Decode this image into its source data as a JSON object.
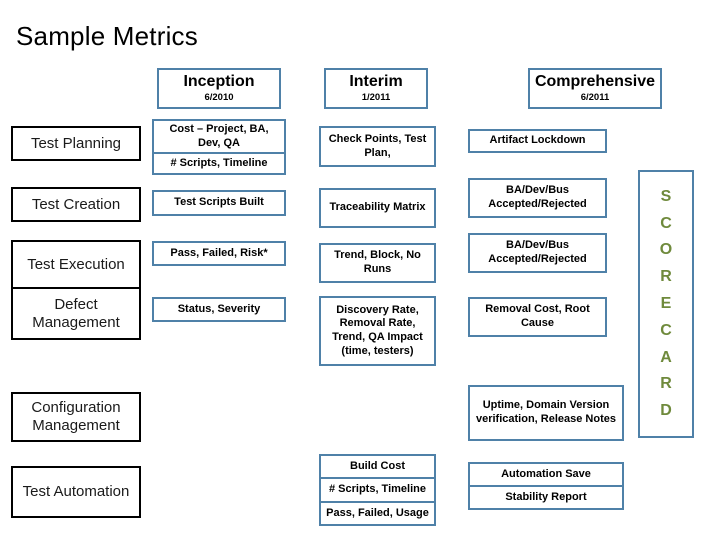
{
  "slide": {
    "title": "Sample Metrics",
    "colors": {
      "metric_border": "#4f81a8",
      "phase_border": "#000000",
      "scorecard_text": "#6f8a3c",
      "background": "#ffffff"
    }
  },
  "columns": [
    {
      "name": "Inception",
      "date": "6/2010"
    },
    {
      "name": "Interim",
      "date": "1/2011"
    },
    {
      "name": "Comprehensive",
      "date": "6/2011"
    }
  ],
  "phases": [
    {
      "label": "Test Planning"
    },
    {
      "label": "Test Creation"
    },
    {
      "label": "Test\nExecution"
    },
    {
      "label": "Defect\nManagement"
    },
    {
      "label": "Configuration\nManagement"
    },
    {
      "label": "Test\nAutomation"
    }
  ],
  "phase_labels": {
    "test_planning": "Test Planning",
    "test_creation": "Test Creation",
    "test_execution": "Test Execution",
    "defect_management": "Defect Management",
    "configuration_management": "Configuration Management",
    "test_automation": "Test Automation"
  },
  "cells": {
    "inception": {
      "planning_1": "Cost – Project, BA, Dev, QA",
      "planning_2": "# Scripts, Timeline",
      "creation_1": "Test Scripts Built",
      "execution_1": "Pass, Failed, Risk*",
      "defect_1": "Status, Severity"
    },
    "interim": {
      "planning_1": "Check Points, Test Plan,",
      "creation_1": "Traceability Matrix",
      "execution_1": "Trend, Block, No Runs",
      "defect_1": "Discovery Rate, Removal Rate, Trend, QA Impact (time, testers)",
      "automation_1": "Build Cost",
      "automation_2": "# Scripts, Timeline",
      "automation_3": "Pass, Failed, Usage"
    },
    "comprehensive": {
      "planning_1": "Artifact  Lockdown",
      "creation_1": "BA/Dev/Bus Accepted/Rejected",
      "execution_1": "BA/Dev/Bus Accepted/Rejected",
      "defect_1": "Removal Cost,  Root Cause",
      "configuration_1": "Uptime, Domain Version verification, Release Notes",
      "automation_1": "Automation Save",
      "automation_2": "Stability Report"
    }
  },
  "scorecard": {
    "word": "SCORECARD",
    "letters": [
      "S",
      "C",
      "O",
      "R",
      "E",
      "C",
      "A",
      "R",
      "D"
    ]
  }
}
